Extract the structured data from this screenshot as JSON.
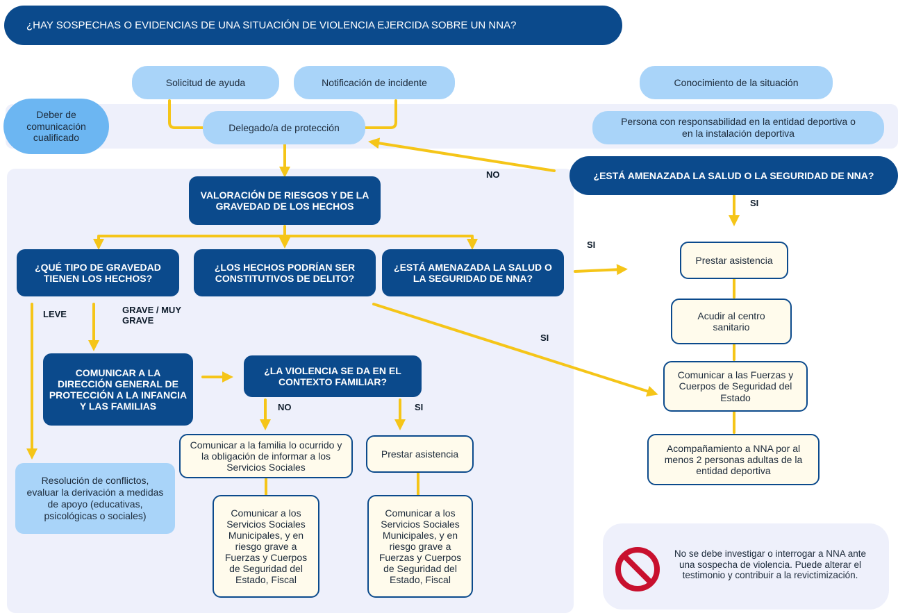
{
  "title": "¿HAY SOSPECHAS O EVIDENCIAS DE UNA SITUACIÓN DE VIOLENCIA EJERCIDA SOBRE UN NNA?",
  "pills": {
    "solicitud": "Solicitud de ayuda",
    "notificacion": "Notificación de incidente",
    "conocimiento": "Conocimiento de la situación",
    "deber": "Deber de comunicación cualificado",
    "delegado": "Delegado/a de protección",
    "persona": "Persona con responsabilidad en la entidad deportiva o en la instalación deportiva"
  },
  "questions": {
    "amenaza_top": "¿ESTÁ AMENAZADA LA SALUD O LA SEGURIDAD DE NNA?",
    "valoracion": "VALORACIÓN DE RIESGOS Y DE LA GRAVEDAD DE LOS HECHOS",
    "tipo_gravedad": "¿QUÉ TIPO DE GRAVEDAD TIENEN LOS HECHOS?",
    "delito": "¿LOS HECHOS PODRÍAN SER CONSTITUTIVOS DE DELITO?",
    "amenaza_mid": "¿ESTÁ AMENAZADA LA SALUD O LA SEGURIDAD DE NNA?",
    "comunicar_dg": "COMUNICAR A LA DIRECCIÓN GENERAL DE PROTECCIÓN A LA INFANCIA Y LAS FAMILIAS",
    "familiar": "¿LA VIOLENCIA SE DA EN EL CONTEXTO FAMILIAR?"
  },
  "labels": {
    "no_1": "NO",
    "si_1": "SI",
    "si_2": "SI",
    "si_3": "SI",
    "leve": "LEVE",
    "grave": "GRAVE / MUY GRAVE",
    "no_2": "NO",
    "si_4": "SI"
  },
  "boxes": {
    "prestar_right": "Prestar asistencia",
    "acudir": "Acudir al centro sanitario",
    "comunicar_fuerzas": "Comunicar a las Fuerzas y Cuerpos de Seguridad del Estado",
    "acompanamiento": "Acompañamiento a NNA por al menos 2 personas adultas de la entidad deportiva",
    "resolucion": "Resolución de conflictos, evaluar la derivación a medidas de apoyo (educativas, psicológicas o sociales)",
    "comunicar_familia": "Comunicar a la familia lo ocurrido y la obligación de informar a los Servicios Sociales",
    "prestar_mid": "Prestar asistencia",
    "servicios_1": "Comunicar a los Servicios Sociales Municipales, y en riesgo grave a Fuerzas y Cuerpos de Seguridad del Estado, Fiscal",
    "servicios_2": "Comunicar a los Servicios Sociales Municipales, y en riesgo grave a Fuerzas y Cuerpos de Seguridad del Estado, Fiscal"
  },
  "warning": "No se debe investigar o interrogar a NNA ante una sospecha de violencia. Puede alterar el testimonio y contribuir a la revictimización.",
  "icons": {
    "warning": "prohibited-icon"
  },
  "colors": {
    "dark_blue": "#0b4a8c",
    "light_blue": "#a9d4f9",
    "cream": "#fffbec",
    "connector": "#f5c518",
    "prohibited": "#c8102e"
  }
}
